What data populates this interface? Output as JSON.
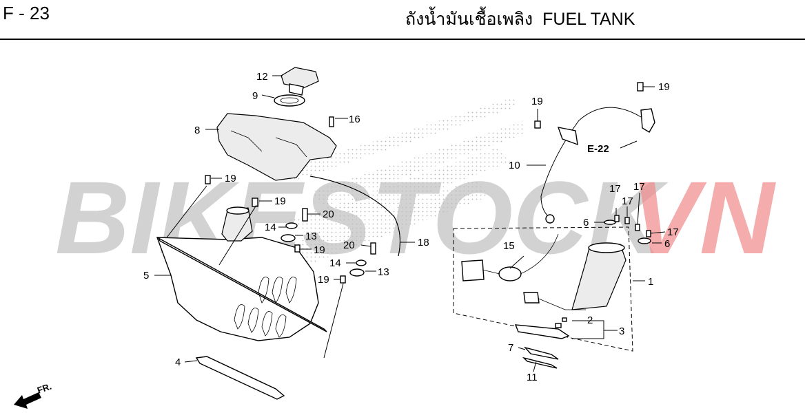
{
  "header": {
    "page_code": "F - 23",
    "title_thai": "ถังน้ำมันเชื้อเพลิง",
    "title_en": "FUEL TANK"
  },
  "watermark": {
    "text_left": "BIKESTOCK",
    "text_right": "VN",
    "color_left": "#bfbfbf",
    "color_right": "#f08a8a"
  },
  "reference": {
    "label": "E-22"
  },
  "direction": {
    "label": "FR."
  },
  "callouts": {
    "c1": "1",
    "c2": "2",
    "c3": "3",
    "c4": "4",
    "c5": "5",
    "c6a": "6",
    "c6b": "6",
    "c7": "7",
    "c8": "8",
    "c9": "9",
    "c10": "10",
    "c11": "11",
    "c12": "12",
    "c13a": "13",
    "c13b": "13",
    "c14a": "14",
    "c14b": "14",
    "c15": "15",
    "c16": "16",
    "c17a": "17",
    "c17b": "17",
    "c17c": "17",
    "c17d": "17",
    "c18": "18",
    "c19a": "19",
    "c19b": "19",
    "c19c": "19",
    "c19d": "19",
    "c19e": "19",
    "c19f": "19",
    "c20a": "20",
    "c20b": "20"
  },
  "colors": {
    "line": "#000000",
    "background": "#ffffff",
    "dot_shading": "#b8b8b8"
  }
}
